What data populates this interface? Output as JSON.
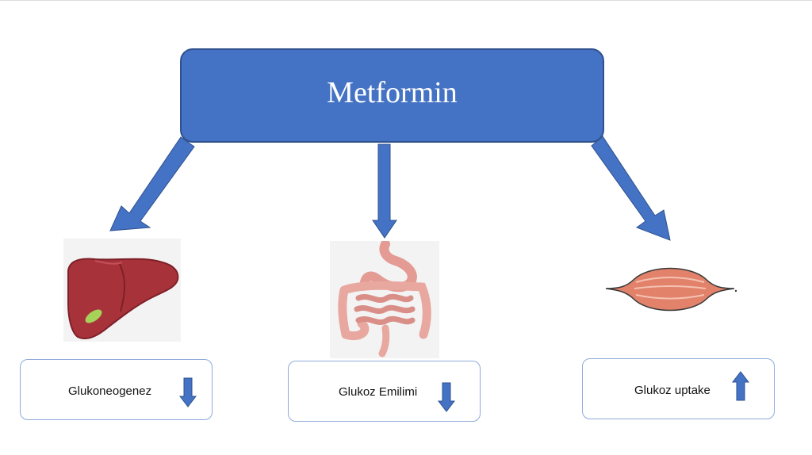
{
  "title": "Metformin",
  "effects": [
    {
      "label": "Glukoneogenez",
      "direction": "down",
      "organ_icon": "liver-icon"
    },
    {
      "label": "Glukoz Emilimi",
      "direction": "down",
      "organ_icon": "intestine-icon"
    },
    {
      "label": "Glukoz uptake",
      "direction": "up",
      "organ_icon": "muscle-icon"
    }
  ],
  "colors": {
    "box_fill": "#4472c4",
    "box_border": "#2f528f",
    "label_border": "#8faadc",
    "arrow_fill": "#4472c4"
  }
}
